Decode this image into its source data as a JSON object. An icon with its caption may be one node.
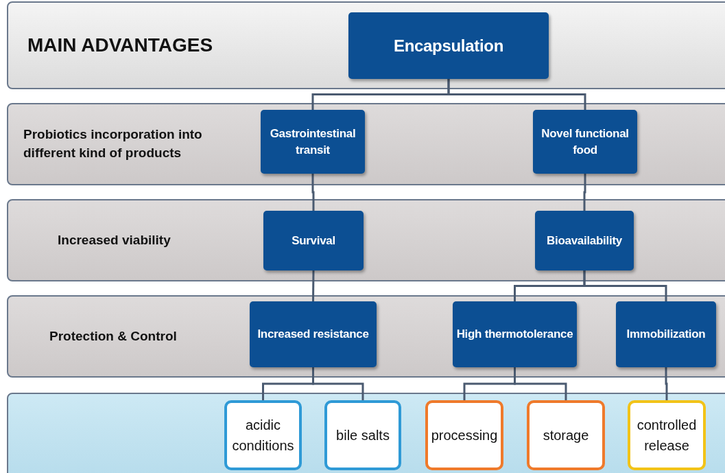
{
  "diagram": {
    "nodes": [
      {
        "text": [
          "MAIN ADVANTAGES"
        ]
      },
      {
        "text": [
          "Encapsulation"
        ],
        "in": 0
      },
      {
        "text": [
          "Probiotics incorporation into different kind of products"
        ]
      },
      {
        "text": [
          "Gastrointestinal transit"
        ],
        "in": 2
      },
      {
        "text": [
          "Novel functional food"
        ],
        "in": 2
      },
      {
        "text": [
          "Increased viability"
        ]
      },
      {
        "text": [
          "Survival"
        ],
        "in": 5
      },
      {
        "text": [
          "Bioavailability"
        ],
        "in": 5
      },
      {
        "text": [
          "Protection & Control"
        ]
      },
      {
        "text": [
          "Increased resistance"
        ],
        "in": 8
      },
      {
        "text": [
          "High thermotolerance"
        ],
        "in": 8
      },
      {
        "text": [
          "Immobilization"
        ],
        "in": 8
      },
      {
        "text": [],
        "shape": "box"
      },
      {
        "text": [
          "acidic conditions"
        ],
        "in": 12
      },
      {
        "text": [
          "bile salts"
        ],
        "in": 12
      },
      {
        "text": [
          "processing"
        ],
        "in": 12
      },
      {
        "text": [
          "storage"
        ],
        "in": 12
      },
      {
        "text": [
          "controlled release"
        ],
        "in": 12
      }
    ],
    "edges": [
      {
        "from": 1,
        "to": 3,
        "arrow": "none"
      },
      {
        "from": 1,
        "to": 4,
        "arrow": "none"
      },
      {
        "from": 3,
        "to": 6,
        "arrow": "none"
      },
      {
        "from": 4,
        "to": 7,
        "arrow": "none"
      },
      {
        "from": 6,
        "to": 9,
        "arrow": "none"
      },
      {
        "from": 7,
        "to": 10,
        "arrow": "none"
      },
      {
        "from": 7,
        "to": 11,
        "arrow": "none"
      },
      {
        "from": 9,
        "to": 13,
        "arrow": "none"
      },
      {
        "from": 9,
        "to": 14,
        "arrow": "none"
      },
      {
        "from": 10,
        "to": 15,
        "arrow": "none"
      },
      {
        "from": 10,
        "to": 16,
        "arrow": "none"
      },
      {
        "from": 11,
        "to": 17,
        "arrow": "none"
      }
    ]
  }
}
